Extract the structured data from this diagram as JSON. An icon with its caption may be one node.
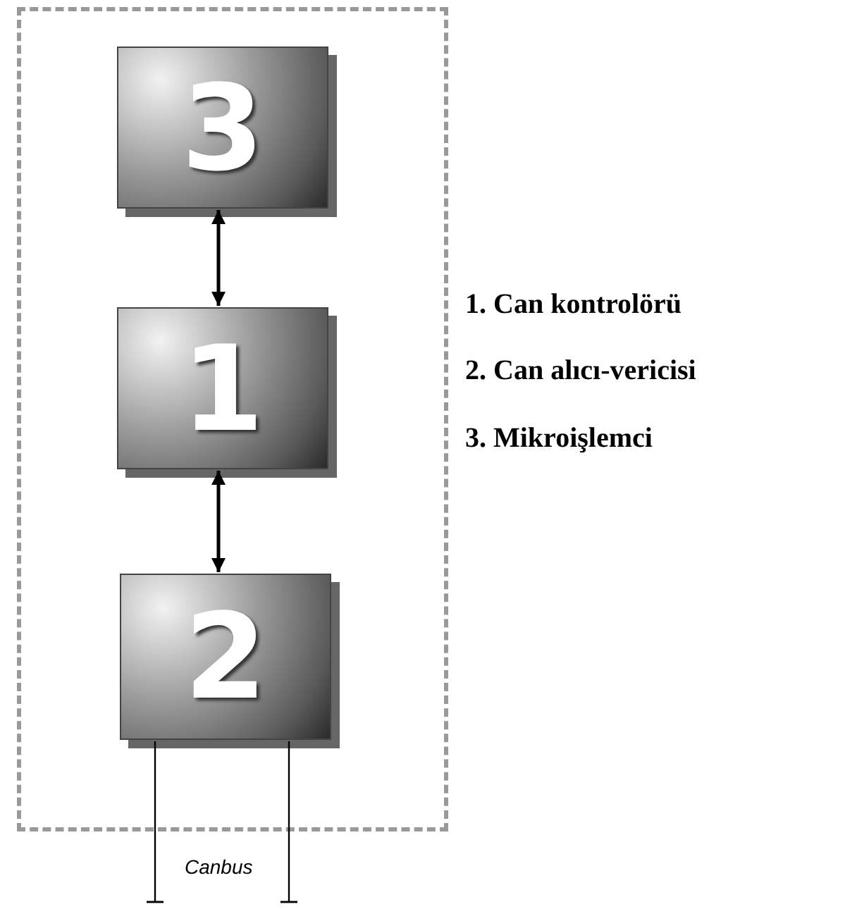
{
  "diagram": {
    "nodes": [
      {
        "text": [],
        "shape": "box"
      },
      {
        "text": [
          "3"
        ],
        "in": 0
      },
      {
        "text": [
          "1"
        ],
        "in": 0
      },
      {
        "text": [
          "2"
        ],
        "in": 0
      }
    ],
    "edges": [
      {
        "from": 1,
        "to": 2,
        "arrow": "both"
      },
      {
        "from": 2,
        "to": 3,
        "arrow": "both"
      },
      {
        "from": 3,
        "to": null,
        "arrow": "other"
      },
      {
        "from": 3,
        "to": null,
        "arrow": "other"
      }
    ],
    "labels": [
      "1. Can kontrolörü",
      "2. Can alıcı-vericisi",
      "3. Mikroişlemci",
      "Canbus"
    ]
  }
}
